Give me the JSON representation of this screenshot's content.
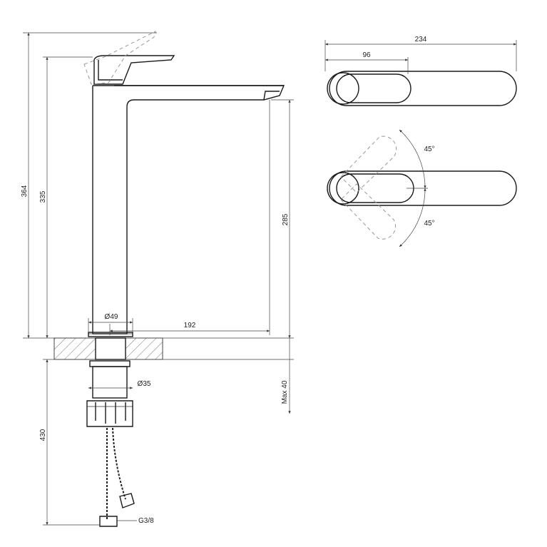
{
  "dimensions": {
    "total_height": "364",
    "body_height": "335",
    "spout_height": "285",
    "base_diameter": "Ø49",
    "spout_reach": "192",
    "shank_diameter": "Ø35",
    "max_thickness": "Max 40",
    "hose_length": "430",
    "connection": "G3/8",
    "top_width": "234",
    "handle_width": "96",
    "angle_up": "45°",
    "angle_down": "45°"
  }
}
